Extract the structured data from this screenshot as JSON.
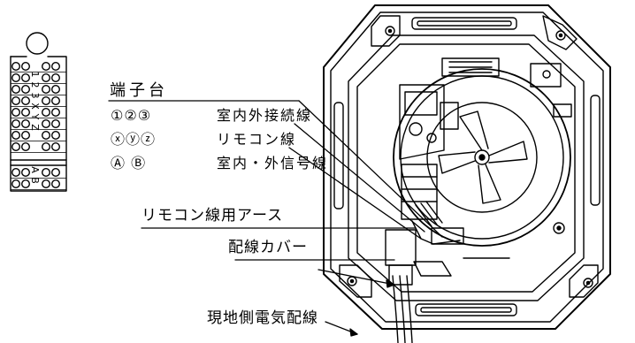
{
  "terminal_block": {
    "title": "端子台",
    "rows": [
      {
        "symbols": "①②③",
        "description": "室内外接続線"
      },
      {
        "symbols": "ⓧⓨⓩ",
        "description": "リモコン線"
      },
      {
        "symbols": "Ⓐ Ⓑ",
        "description": "室内・外信号線"
      }
    ],
    "strip_labels": [
      "1",
      "2",
      "3",
      "X",
      "Y",
      "Z",
      "A",
      "B"
    ]
  },
  "callouts": {
    "remote_ground": "リモコン線用アース",
    "wiring_cover": "配線カバー",
    "field_wiring": "現地側電気配線"
  }
}
